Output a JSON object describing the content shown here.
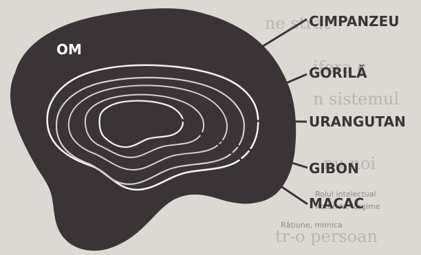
{
  "figure": {
    "brain_labels": {
      "human": "OM",
      "chimpanzee": "CIMPANZEU",
      "gorilla": "GORILĂ",
      "orangutan": "URANGUTAN",
      "gibbon": "GIBON",
      "macaque": "MACAC"
    },
    "colors": {
      "human_brain_fill": "#3b3437",
      "contour_stroke_primary": "#f3f1ee",
      "contour_stroke_secondary": "#d6d1cc",
      "label_text": "#3b3437",
      "leader_line": "#3b3437",
      "background": "#dcd9d5"
    }
  }
}
